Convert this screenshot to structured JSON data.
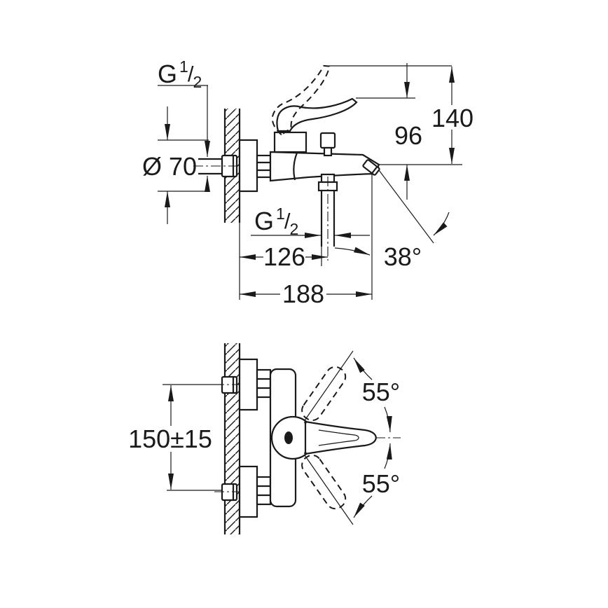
{
  "drawing": {
    "type": "technical-dimension-drawing",
    "subject": "wall-mounted single-lever bath/shower mixer faucet, side view and top view",
    "background": "#ffffff",
    "line_color": "#1a1a1a"
  },
  "side_view": {
    "thread_label_top": {
      "base": "G",
      "numerator": "1",
      "slash": "/",
      "denominator": "2"
    },
    "diameter_label": "Ø 70",
    "dim_height_spout": "96",
    "dim_height_total": "140",
    "thread_label_hose": {
      "base": "G",
      "numerator": "1",
      "slash": "/",
      "denominator": "2"
    },
    "dim_wall_to_hose": "126",
    "dim_wall_to_spout_tip": "188",
    "spout_angle": "38°"
  },
  "top_view": {
    "dim_connection_centers": "150±15",
    "lever_swing_up": "55°",
    "lever_swing_down": "55°"
  }
}
